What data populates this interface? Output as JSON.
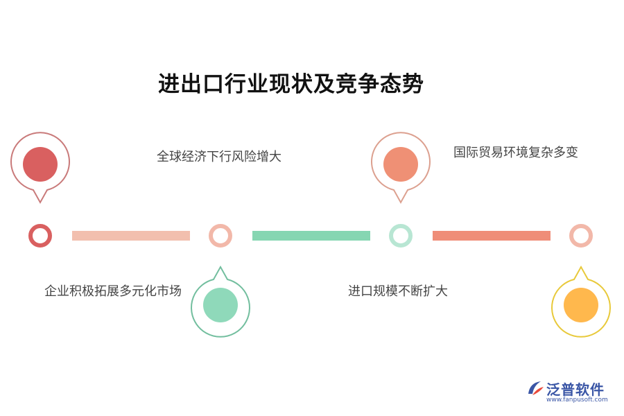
{
  "title": "进出口行业现状及竞争态势",
  "colors": {
    "red": "#d96060",
    "salmon": "#ef9075",
    "peach": "#f2b8a9",
    "green": "#8fd9ba",
    "orange": "#ef8d78",
    "yellow": "#ffb84d",
    "yellow_ring": "#e8c93a"
  },
  "items": [
    {
      "label": "全球经济下行风险增大",
      "color": "#d96060"
    },
    {
      "label": "企业积极拓展多元化市场",
      "color": "#8fd9ba"
    },
    {
      "label": "国际贸易环境复杂多变",
      "color": "#ef9075"
    },
    {
      "label": "进口规模不断扩大",
      "color": "#ffb84d"
    }
  ],
  "logo": {
    "name": "泛普软件",
    "url": "www.fanpusoft.com"
  }
}
